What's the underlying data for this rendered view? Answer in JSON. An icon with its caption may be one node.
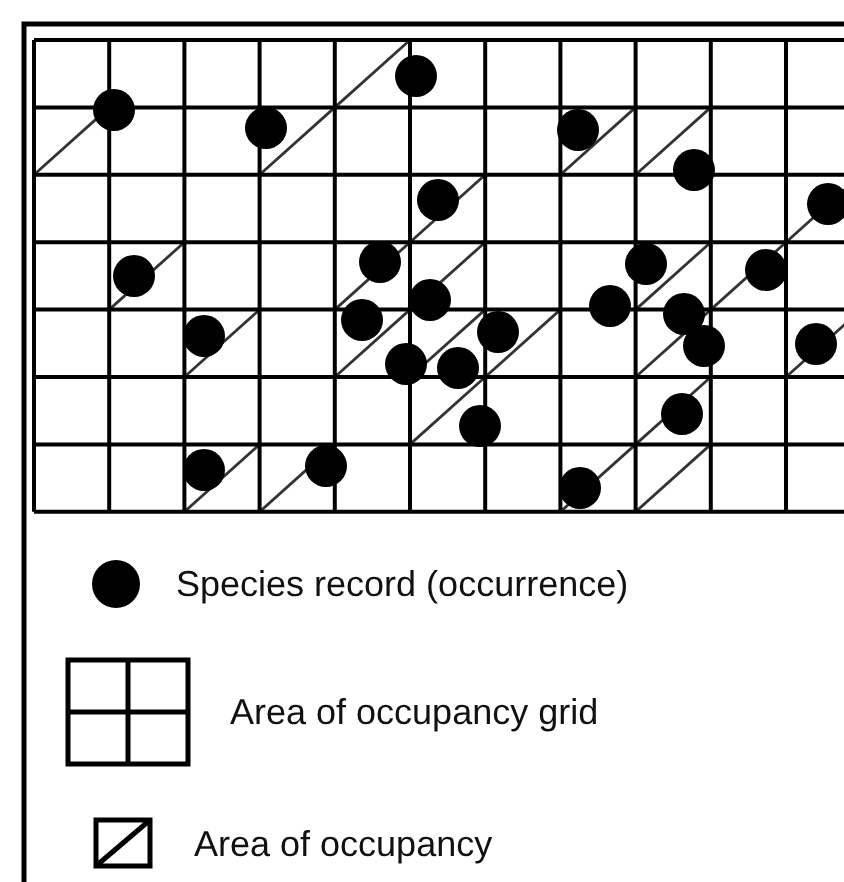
{
  "diagram": {
    "legend": [
      {
        "text": "Species record (occurrence)"
      },
      {
        "text": "Area of occupancy grid"
      },
      {
        "text": "Area of occupancy"
      }
    ]
  }
}
